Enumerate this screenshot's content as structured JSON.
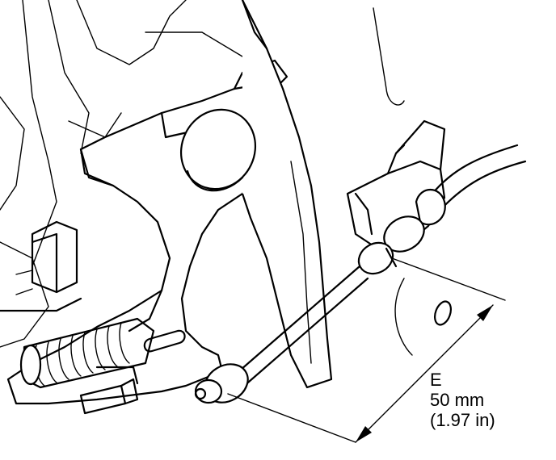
{
  "dimension": {
    "letter": "E",
    "metric": "50 mm",
    "imperial": "(1.97 in)"
  }
}
